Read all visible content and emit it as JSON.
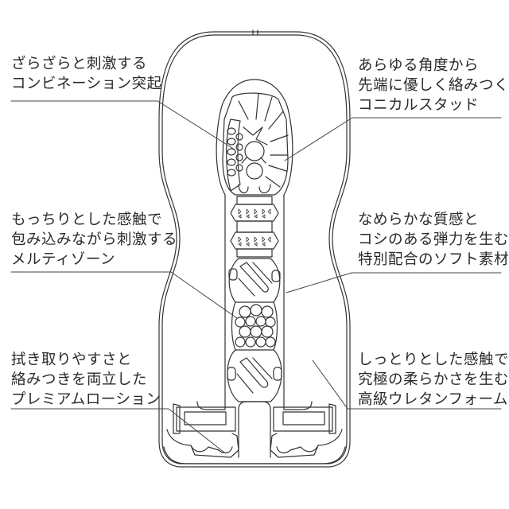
{
  "diagram": {
    "subject": "product-cross-section",
    "line_color": "#333333",
    "background": "#ffffff",
    "callouts": [
      {
        "id": "top-left",
        "lines": [
          "ざらざらと刺激する",
          "コンビネーション突起"
        ],
        "points_to": "combination-bumps"
      },
      {
        "id": "top-right",
        "lines": [
          "あらゆる角度から",
          "先端に優しく絡みつく",
          "コニカルスタッド"
        ],
        "points_to": "conical-studs"
      },
      {
        "id": "mid-left",
        "lines": [
          "もっちりとした感触で",
          "包み込みながら刺激する",
          "メルティゾーン"
        ],
        "points_to": "melty-zone"
      },
      {
        "id": "mid-right",
        "lines": [
          "なめらかな質感と",
          "コシのある弾力を生む",
          "特別配合のソフト素材"
        ],
        "points_to": "soft-material"
      },
      {
        "id": "bot-left",
        "lines": [
          "拭き取りやすさと",
          "絡みつきを両立した",
          "プレミアムローション"
        ],
        "points_to": "premium-lotion"
      },
      {
        "id": "bot-right",
        "lines": [
          "しっとりとした感触で",
          "究極の柔らかさを生む",
          "高級ウレタンフォーム"
        ],
        "points_to": "urethane-foam"
      }
    ]
  }
}
